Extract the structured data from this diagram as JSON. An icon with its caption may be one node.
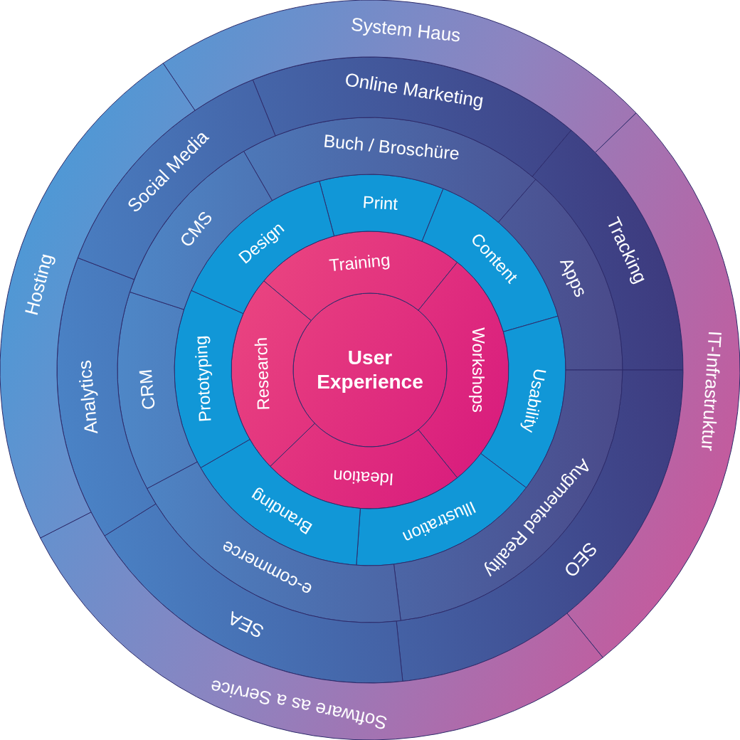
{
  "diagram": {
    "nodes": [
      {
        "text": [
          "User Experience"
        ]
      },
      {
        "text": [
          "Training"
        ]
      },
      {
        "text": [
          "Workshops"
        ]
      },
      {
        "text": [
          "Ideation"
        ]
      },
      {
        "text": [
          "Research"
        ]
      },
      {
        "text": [
          "Print"
        ]
      },
      {
        "text": [
          "Content"
        ]
      },
      {
        "text": [
          "Usability"
        ]
      },
      {
        "text": [
          "Illustration"
        ]
      },
      {
        "text": [
          "Branding"
        ]
      },
      {
        "text": [
          "Prototyping"
        ]
      },
      {
        "text": [
          "Design"
        ]
      },
      {
        "text": [
          "Buch / Broschüre"
        ]
      },
      {
        "text": [
          "Apps"
        ]
      },
      {
        "text": [
          "Augmented Reality"
        ]
      },
      {
        "text": [
          "e-commerce"
        ]
      },
      {
        "text": [
          "CRM"
        ]
      },
      {
        "text": [
          "CMS"
        ]
      },
      {
        "text": [
          "Online Marketing"
        ]
      },
      {
        "text": [
          "Tracking"
        ]
      },
      {
        "text": [
          "SEO"
        ]
      },
      {
        "text": [
          "SEA"
        ]
      },
      {
        "text": [
          "Analytics"
        ]
      },
      {
        "text": [
          "Social Media"
        ]
      },
      {
        "text": [
          "System Haus"
        ]
      },
      {
        "text": [
          "IT-Infrastruktur"
        ]
      },
      {
        "text": [
          "Software as a Service"
        ]
      },
      {
        "text": [
          "Hosting"
        ]
      }
    ]
  }
}
